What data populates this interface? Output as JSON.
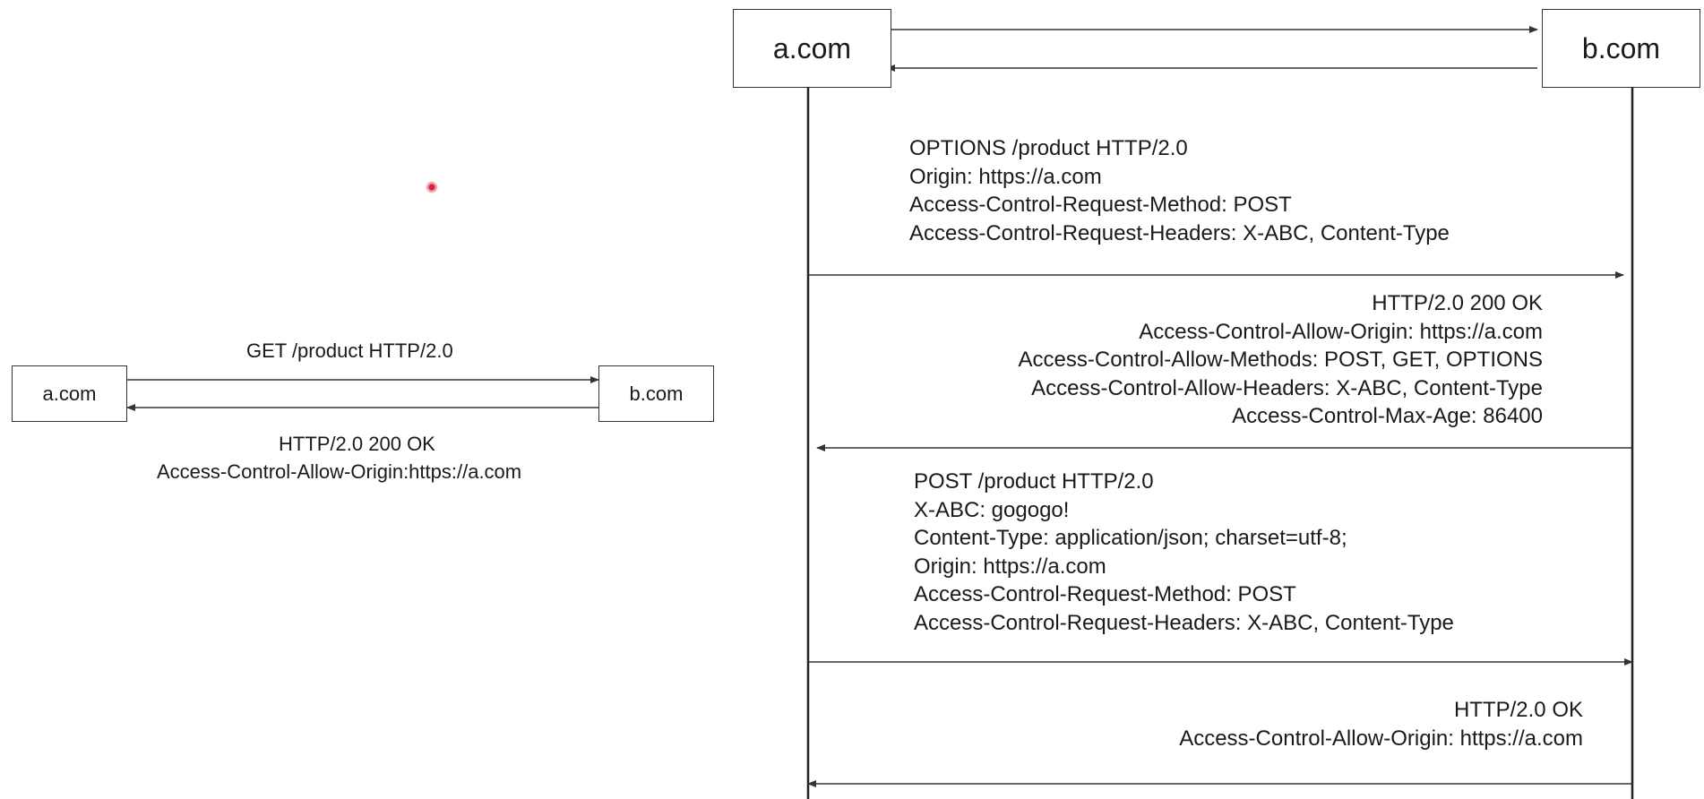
{
  "simple_diagram": {
    "client": "a.com",
    "server": "b.com",
    "request": "GET /product HTTP/2.0",
    "response": [
      "HTTP/2.0 200 OK",
      "Access-Control-Allow-Origin:https://a.com"
    ]
  },
  "preflight_diagram": {
    "client": "a.com",
    "server": "b.com",
    "messages": [
      {
        "direction": "request",
        "lines": [
          "OPTIONS /product HTTP/2.0",
          "Origin: https://a.com",
          "Access-Control-Request-Method: POST",
          "Access-Control-Request-Headers: X-ABC, Content-Type"
        ]
      },
      {
        "direction": "response",
        "lines": [
          "HTTP/2.0 200 OK",
          "Access-Control-Allow-Origin: https://a.com",
          "Access-Control-Allow-Methods: POST, GET, OPTIONS",
          "Access-Control-Allow-Headers: X-ABC, Content-Type",
          "Access-Control-Max-Age: 86400"
        ]
      },
      {
        "direction": "request",
        "lines": [
          "POST /product HTTP/2.0",
          "X-ABC: gogogo!",
          "Content-Type: application/json; charset=utf-8;",
          "Origin: https://a.com",
          "Access-Control-Request-Method: POST",
          "Access-Control-Request-Headers: X-ABC, Content-Type"
        ]
      },
      {
        "direction": "response",
        "lines": [
          "HTTP/2.0 OK",
          "Access-Control-Allow-Origin: https://a.com"
        ]
      }
    ]
  },
  "colors": {
    "line": "#333333",
    "cursor": "#d9223b"
  }
}
